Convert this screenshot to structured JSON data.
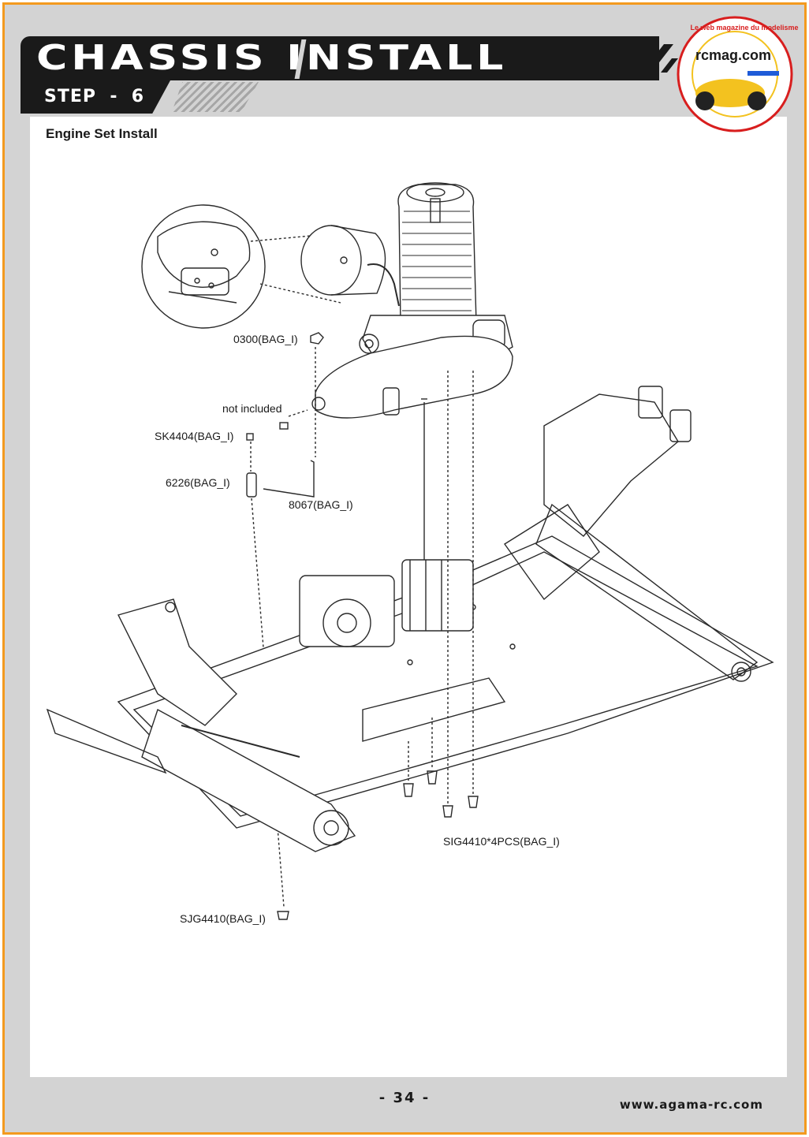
{
  "header": {
    "title": "CHASSIS INSTALL",
    "step": "STEP  -  6",
    "subtitle": "Engine Set Install"
  },
  "badge": {
    "name": "rcmag.com",
    "tagline": "Le web magazine du modelisme"
  },
  "callouts": {
    "nut": "0300(BAG_I)",
    "not_included": "not included",
    "set_screw": "SK4404(BAG_I)",
    "spacer": "6226(BAG_I)",
    "hex_wrench": "8067(BAG_I)",
    "mount_screws": "SIG4410*4PCS(BAG_I)",
    "bottom_screw": "SJG4410(BAG_I)"
  },
  "footer": {
    "page_number": "- 34 -",
    "website": "www.agama-rc.com"
  },
  "colors": {
    "frame": "#f39a1f",
    "page_background": "#d3d3d3",
    "header_bar": "#1a1a1a",
    "badge_ring": "#d81e1e"
  }
}
